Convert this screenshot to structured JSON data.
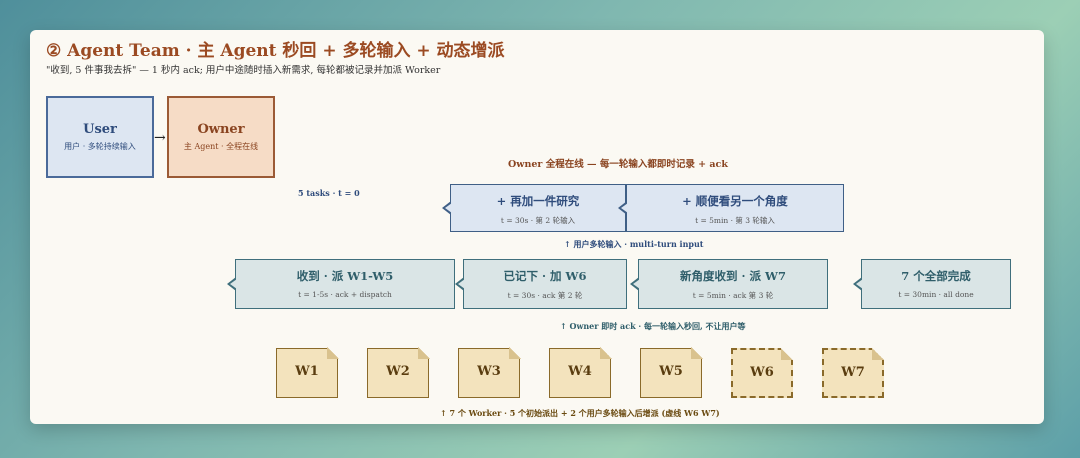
{
  "header": {
    "title": "② Agent Team · 主 Agent 秒回 + 多轮输入 + 动态增派",
    "subtitle": "\"收到, 5 件事我去拆\" — 1 秒内 ack; 用户中途随时插入新需求, 每轮都被记录并加派 Worker"
  },
  "actors": {
    "user": {
      "label": "User",
      "sub": "用户 · 多轮持续输入"
    },
    "owner": {
      "label": "Owner",
      "sub": "主 Agent · 全程在线"
    },
    "arrow": "→"
  },
  "owner_heading": "Owner 全程在线 — 每一轮输入都即时记录 + ack",
  "tasks_label": "5 tasks · t = 0",
  "user_inputs": [
    {
      "label": "+ 再加一件研究",
      "sub": "t = 30s · 第 2 轮输入"
    },
    {
      "label": "+ 顺便看另一个角度",
      "sub": "t = 5min · 第 3 轮输入"
    }
  ],
  "user_inputs_caption": "↑ 用户多轮输入 · multi-turn input",
  "owner_acks": [
    {
      "label": "收到 · 派 W1-W5",
      "sub": "t = 1-5s · ack + dispatch"
    },
    {
      "label": "已记下 · 加 W6",
      "sub": "t = 30s · ack 第 2 轮"
    },
    {
      "label": "新角度收到 · 派 W7",
      "sub": "t = 5min · ack 第 3 轮"
    },
    {
      "label": "7 个全部完成",
      "sub": "t = 30min · all done"
    }
  ],
  "owner_acks_caption": "↑ Owner 即时 ack · 每一轮输入秒回, 不让用户等",
  "workers": [
    {
      "label": "W1",
      "dashed": false
    },
    {
      "label": "W2",
      "dashed": false
    },
    {
      "label": "W3",
      "dashed": false
    },
    {
      "label": "W4",
      "dashed": false
    },
    {
      "label": "W5",
      "dashed": false
    },
    {
      "label": "W6",
      "dashed": true
    },
    {
      "label": "W7",
      "dashed": true
    }
  ],
  "workers_caption": "↑ 7 个 Worker · 5 个初始派出 + 2 个用户多轮输入后增派 (虚线 W6 W7)",
  "colors": {
    "title": "#9b4a22",
    "user_fill": "#dde6f2",
    "owner_fill": "#f6dcc6",
    "worker_fill": "#f3e3bd"
  }
}
